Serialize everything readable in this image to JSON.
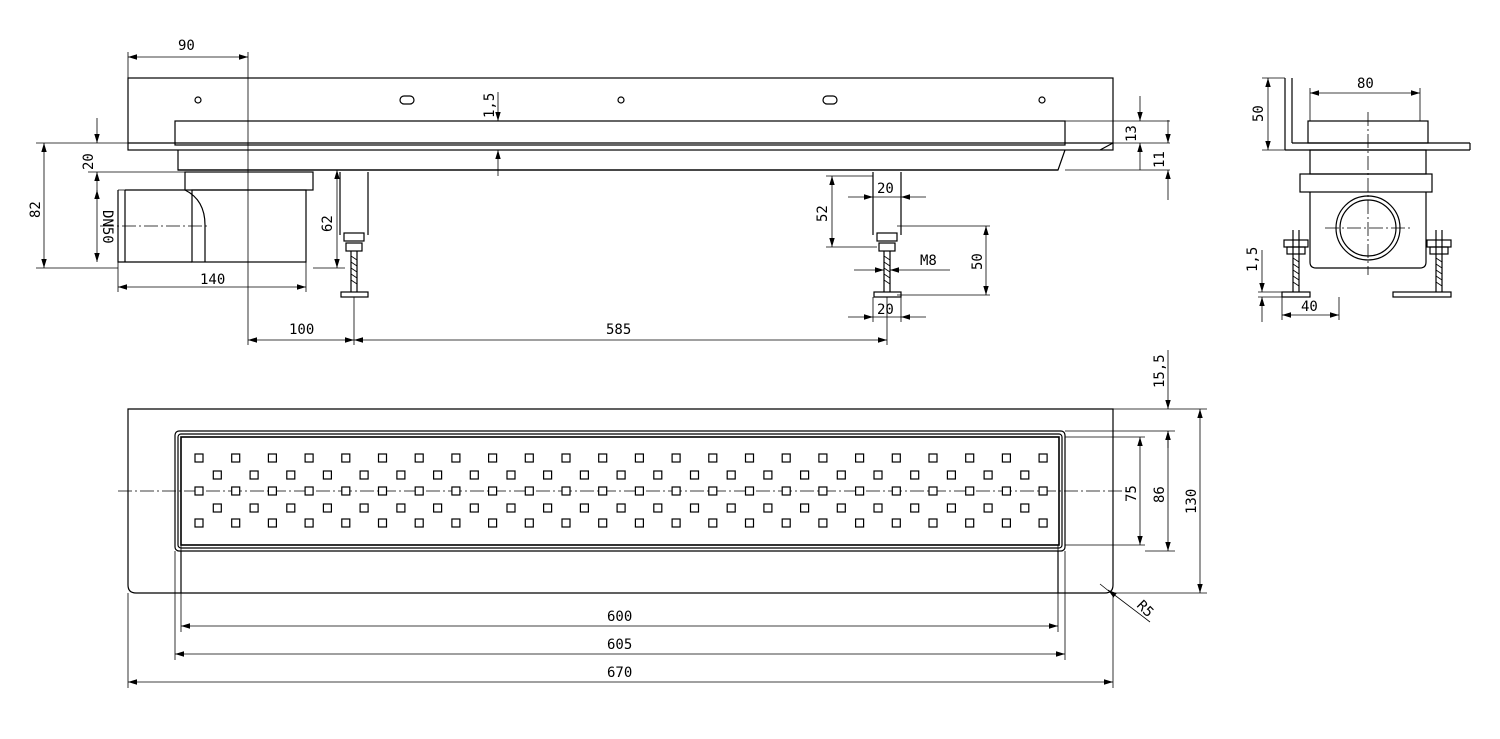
{
  "drawing": {
    "dimensions": {
      "d90": "90",
      "d20": "20",
      "d82": "82",
      "dn50": "DN50",
      "d140": "140",
      "d62": "62",
      "d1_5": "1,5",
      "d13": "13",
      "d11": "11",
      "d52": "52",
      "d20_top": "20",
      "d50_side": "50",
      "dM8": "M8",
      "d20_bot": "20",
      "d100": "100",
      "d585": "585",
      "end_50": "50",
      "end_80": "80",
      "end_1_5": "1,5",
      "end_40": "40",
      "d15_5": "15,5",
      "d75": "75",
      "d86": "86",
      "d130": "130",
      "dR5": "R5",
      "d600": "600",
      "d605": "605",
      "d670": "670"
    },
    "grate": {
      "rows": 5,
      "cols_outer": 24,
      "cols_inner": 23
    }
  }
}
